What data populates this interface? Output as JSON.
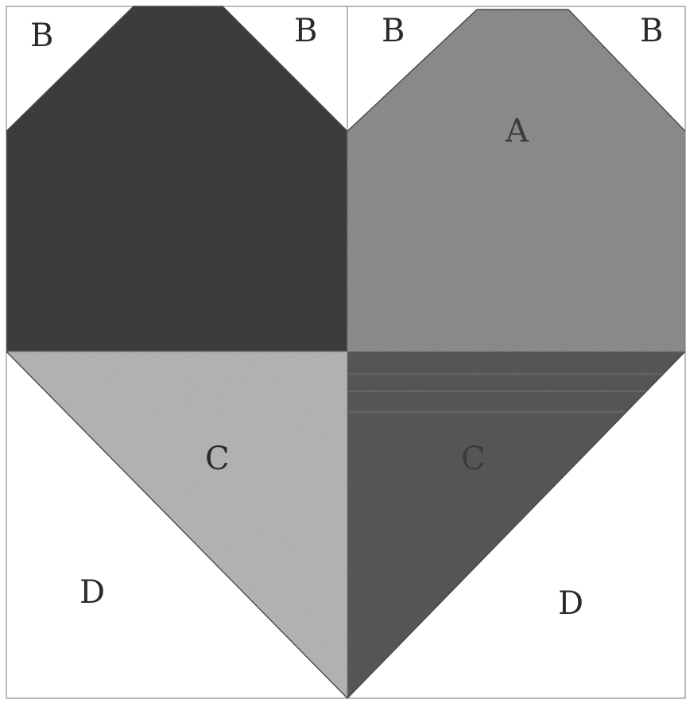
{
  "pieces": {
    "top_left": {
      "corner_left_label": "B",
      "corner_right_label": "B",
      "center_label": "A",
      "color": "#3e3e3e"
    },
    "top_right": {
      "corner_left_label": "B",
      "corner_right_label": "B",
      "center_label": "A",
      "color": "#8f8f8f"
    },
    "bottom_left": {
      "triangle_label": "C",
      "corner_label": "D",
      "color": "#b8b8b8"
    },
    "bottom_right": {
      "triangle_label": "C",
      "corner_label": "D",
      "color": "#595959"
    }
  },
  "colors": {
    "background": "#ffffff",
    "outline": "#4a4a4a"
  }
}
